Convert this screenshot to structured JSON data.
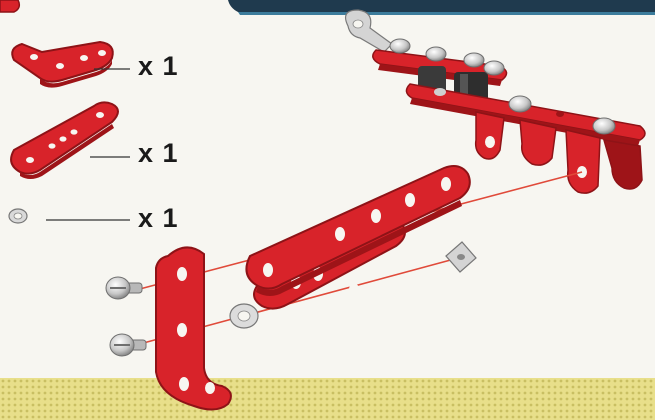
{
  "parts_list": [
    {
      "part": "l-bracket-icon",
      "quantity_label": "x 1"
    },
    {
      "part": "strip-plate-icon",
      "quantity_label": "x 1"
    },
    {
      "part": "washer-icon",
      "quantity_label": "x 1"
    }
  ],
  "colors": {
    "part_red": "#d8232a",
    "part_red_dark": "#9e1418",
    "metal": "#c9c9c9",
    "metal_dark": "#6f6f6f",
    "rubber": "#3a3a3a",
    "guide_line": "#e04a3a",
    "floor": "#e6de86",
    "background": "#f7f6f1"
  }
}
